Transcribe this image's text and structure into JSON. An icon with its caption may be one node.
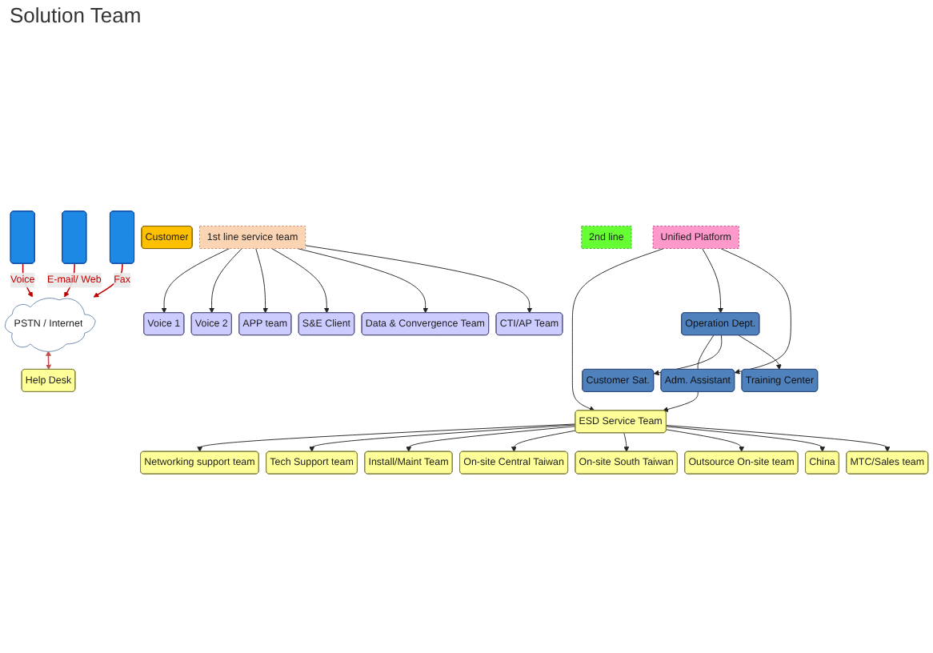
{
  "diagram": {
    "nodes": [
      {
        "text": [],
        "shape": "box"
      },
      {
        "text": [],
        "shape": "box"
      },
      {
        "text": [],
        "shape": "box"
      },
      {
        "text": [
          "Customer"
        ]
      },
      {
        "text": [
          "PSTN / Internet"
        ]
      },
      {
        "text": [
          "Help Desk"
        ]
      },
      {
        "text": [
          "Unified Platform"
        ]
      },
      {
        "text": [
          "ESD Service Team"
        ]
      },
      {
        "text": [
          "Operation Dept."
        ]
      },
      {
        "text": [
          "Adm. Assistant"
        ]
      },
      {
        "text": [
          "Networking support team"
        ]
      },
      {
        "text": [
          "Tech Support team"
        ]
      },
      {
        "text": [
          "2nd line"
        ]
      },
      {
        "text": [
          "Install/Maint Team"
        ]
      },
      {
        "text": [
          "On-site Central Taiwan"
        ]
      },
      {
        "text": [
          "On-site South Taiwan"
        ]
      },
      {
        "text": [
          "Outsource On-site team"
        ]
      },
      {
        "text": [
          "China"
        ]
      },
      {
        "text": [
          "MTC/Sales team"
        ]
      },
      {
        "text": [
          "1st line service team"
        ]
      },
      {
        "text": [
          "Customer Sat."
        ]
      },
      {
        "text": [
          "Training Center"
        ]
      },
      {
        "text": [
          "Voice 1"
        ]
      },
      {
        "text": [
          "Voice 2"
        ]
      },
      {
        "text": [
          "APP team"
        ]
      },
      {
        "text": [
          "S&E Client"
        ]
      },
      {
        "text": [
          "Data & Convergence Team"
        ]
      },
      {
        "text": [
          "CTI/AP Team"
        ]
      }
    ],
    "edges": [
      {
        "from": 0,
        "to": 4,
        "arrow": "to",
        "label": "Voice",
        "color": "#c00000"
      },
      {
        "from": 1,
        "to": 4,
        "arrow": "to",
        "label": "E-mail/ Web",
        "color": "#c00000"
      },
      {
        "from": 2,
        "to": 4,
        "arrow": "to",
        "label": "Fax",
        "color": "#c00000"
      },
      {
        "from": 4,
        "to": 5,
        "arrow": "both",
        "color": "#c0504d"
      },
      {
        "from": 6,
        "to": 7,
        "arrow": "to"
      },
      {
        "from": 6,
        "to": 8,
        "arrow": "to"
      },
      {
        "from": 6,
        "to": 9,
        "arrow": "to"
      },
      {
        "from": 9,
        "to": 7,
        "arrow": "to"
      },
      {
        "from": 8,
        "to": 9,
        "arrow": "none"
      },
      {
        "from": 7,
        "to": 10,
        "arrow": "to"
      },
      {
        "from": 7,
        "to": 11,
        "arrow": "to"
      },
      {
        "from": 7,
        "to": 13,
        "arrow": "to"
      },
      {
        "from": 7,
        "to": 14,
        "arrow": "to"
      },
      {
        "from": 7,
        "to": 15,
        "arrow": "to"
      },
      {
        "from": 7,
        "to": 16,
        "arrow": "to"
      },
      {
        "from": 7,
        "to": 17,
        "arrow": "to"
      },
      {
        "from": 7,
        "to": 18,
        "arrow": "to"
      },
      {
        "from": 8,
        "to": 20,
        "arrow": "to"
      },
      {
        "from": 8,
        "to": 21,
        "arrow": "to"
      },
      {
        "from": 19,
        "to": 22,
        "arrow": "to"
      },
      {
        "from": 19,
        "to": 23,
        "arrow": "to"
      },
      {
        "from": 19,
        "to": 24,
        "arrow": "to"
      },
      {
        "from": 19,
        "to": 25,
        "arrow": "to"
      },
      {
        "from": 19,
        "to": 26,
        "arrow": "to"
      },
      {
        "from": 19,
        "to": 27,
        "arrow": "to"
      }
    ],
    "labels": [
      "Solution Team"
    ]
  }
}
